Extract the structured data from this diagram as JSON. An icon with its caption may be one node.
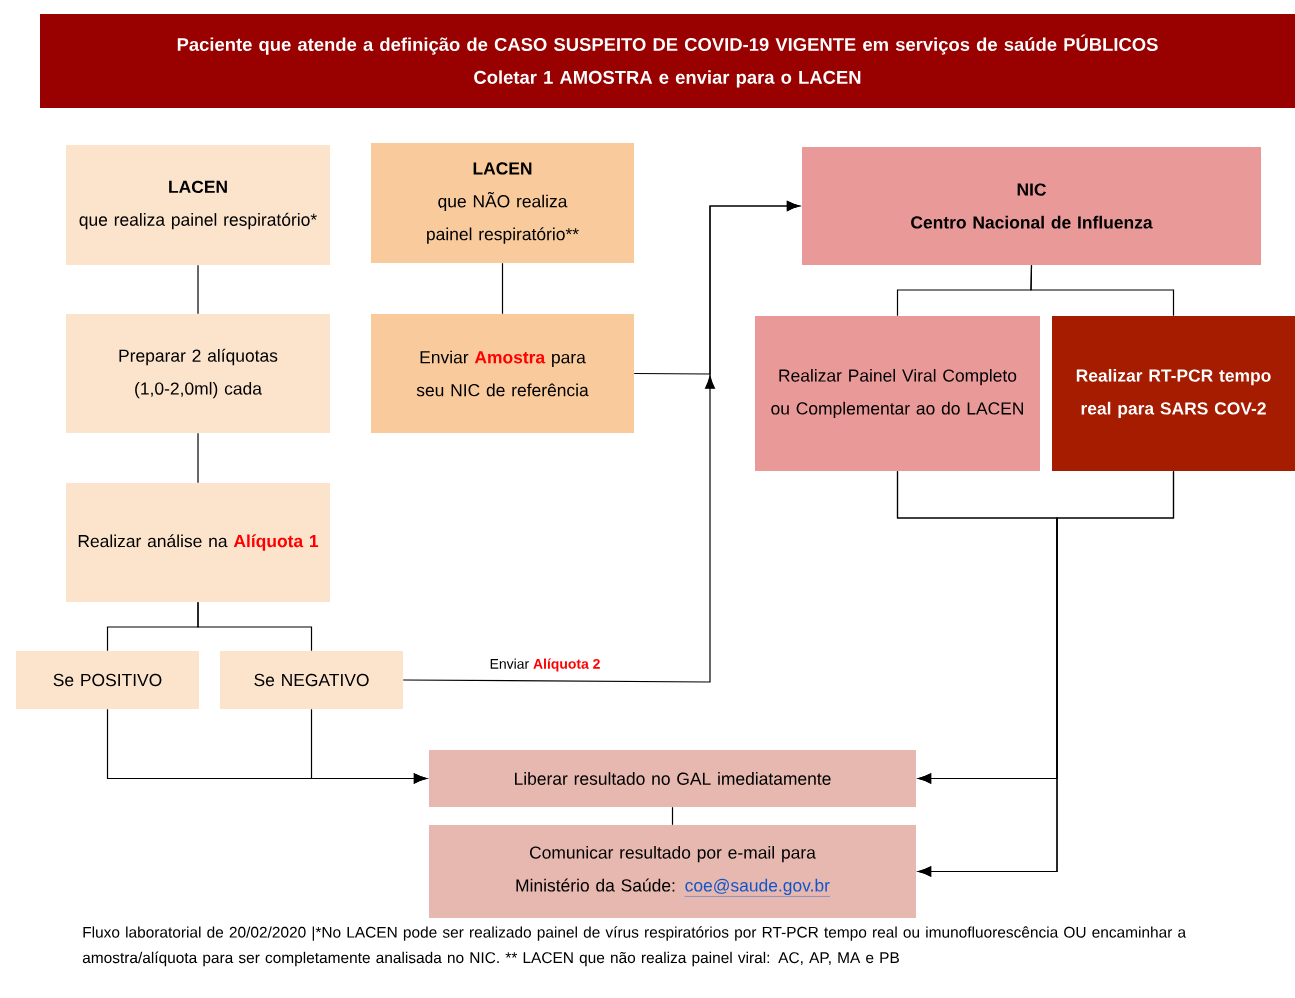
{
  "diagram": {
    "caption": "Fluxo laboratorial de 20/02/2020 |*No  LACEN pode ser realizado painel de vírus respiratórios por RT-PCR tempo real ou imunofluorescência OU encaminhar a amostra/alíquota para ser completamente analisada no NIC. ** LACEN que não realiza painel viral: AC, AP, MA e PB",
    "nodes": [
      {
        "text": [
          "Paciente que atende a definição de CASO SUSPEITO DE COVID-19 VIGENTE em serviços de saúde PÚBLICOS",
          "Coletar 1 AMOSTRA e enviar para o LACEN"
        ]
      },
      {
        "text": [
          "LACEN",
          "que realiza painel respiratório*"
        ]
      },
      {
        "text": [
          "LACEN",
          "que NÃO realiza painel respiratório**"
        ]
      },
      {
        "text": [
          "NIC",
          "Centro Nacional de Influenza"
        ]
      },
      {
        "text": [
          "Preparar 2 alíquotas (1,0-2,0ml) cada"
        ]
      },
      {
        "text": [
          "Enviar **Amostra** para seu NIC de referência"
        ]
      },
      {
        "text": [
          "Realizar Painel Viral Completo ou Complementar ao do LACEN"
        ]
      },
      {
        "text": [
          "Realizar RT-PCR tempo real para SARS COV-2"
        ]
      },
      {
        "text": [
          "Realizar análise na **Alíquota 1**"
        ]
      },
      {
        "text": [
          "Se POSITIVO"
        ]
      },
      {
        "text": [
          "Se NEGATIVO"
        ]
      },
      {
        "text": [
          "Liberar resultado no GAL imediatamente"
        ]
      },
      {
        "text": [
          "Comunicar resultado por e-mail para Ministério da Saúde:",
          "coe@saude.gov.br"
        ]
      }
    ],
    "edges": [
      {
        "from": 1,
        "to": 4,
        "arrow": "none"
      },
      {
        "from": 4,
        "to": 8,
        "arrow": "none"
      },
      {
        "from": 8,
        "to": 9,
        "arrow": "none"
      },
      {
        "from": 8,
        "to": 10,
        "arrow": "none"
      },
      {
        "from": 2,
        "to": 5,
        "arrow": "none"
      },
      {
        "from": 5,
        "to": 3,
        "arrow": "to"
      },
      {
        "from": 10,
        "to": 3,
        "arrow": "to",
        "label": "Enviar **Alíquota 2**"
      },
      {
        "from": 3,
        "to": 6,
        "arrow": "none"
      },
      {
        "from": 3,
        "to": 7,
        "arrow": "none"
      },
      {
        "from": 9,
        "to": 11,
        "arrow": "to"
      },
      {
        "from": 10,
        "to": 11,
        "arrow": "to"
      },
      {
        "from": 6,
        "to": 11,
        "arrow": "to"
      },
      {
        "from": 7,
        "to": 11,
        "arrow": "to"
      },
      {
        "from": 6,
        "to": 12,
        "arrow": "to"
      },
      {
        "from": 7,
        "to": 12,
        "arrow": "to"
      },
      {
        "from": 11,
        "to": 12,
        "arrow": "none"
      }
    ]
  }
}
